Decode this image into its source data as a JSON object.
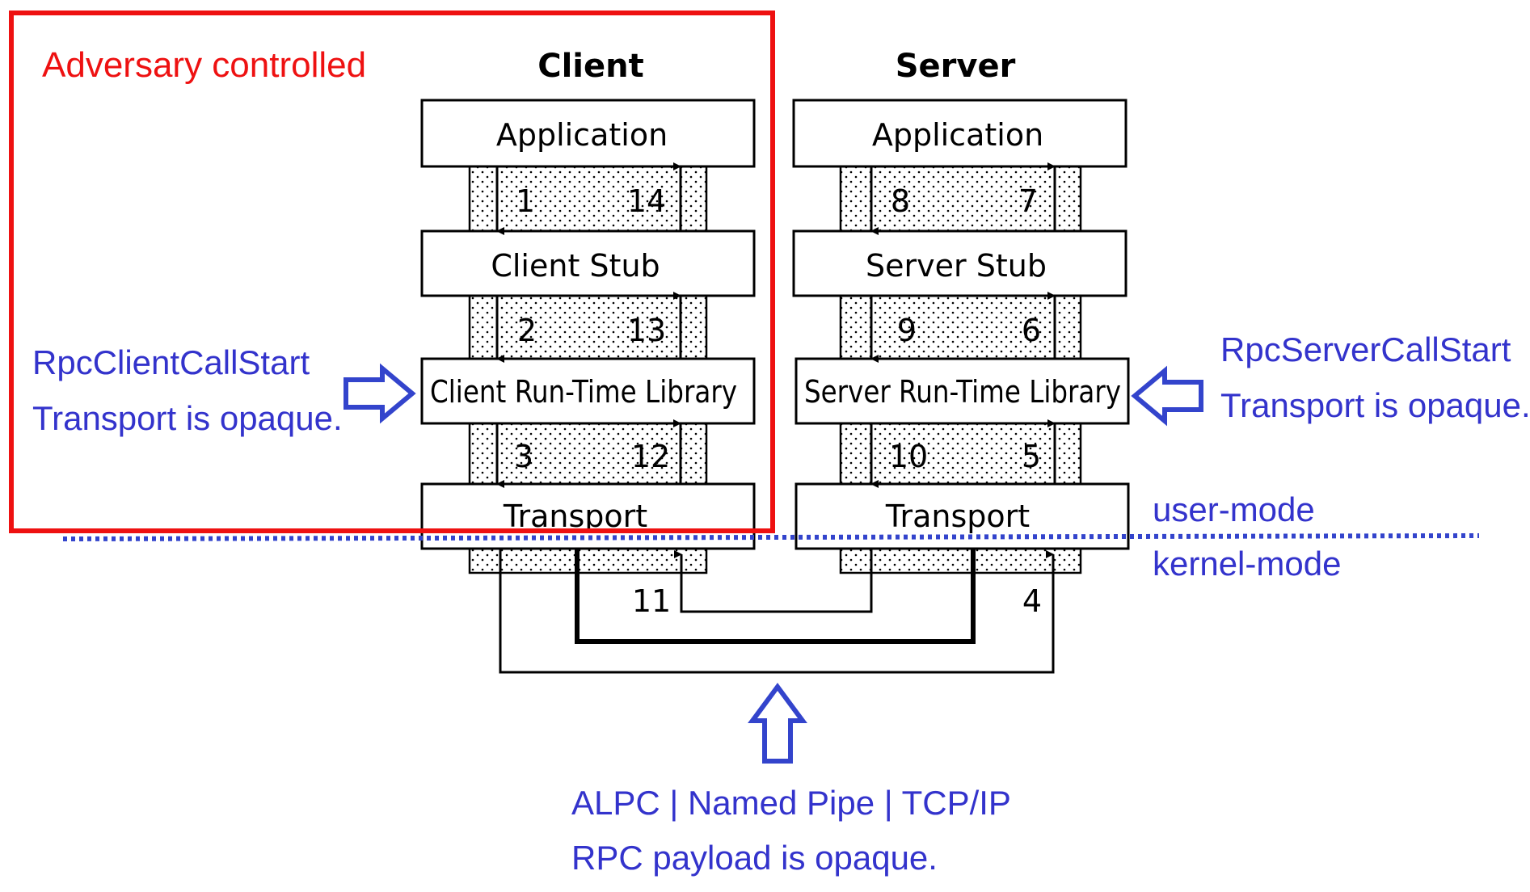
{
  "adversary_label": "Adversary controlled",
  "client_title": "Client",
  "server_title": "Server",
  "client_stack": {
    "application": "Application",
    "stub": "Client Stub",
    "runtime": "Client Run-Time Library",
    "transport": "Transport"
  },
  "server_stack": {
    "application": "Application",
    "stub": "Server Stub",
    "runtime": "Server Run-Time Library",
    "transport": "Transport"
  },
  "steps": {
    "s1": "1",
    "s2": "2",
    "s3": "3",
    "s4": "4",
    "s5": "5",
    "s6": "6",
    "s7": "7",
    "s8": "8",
    "s9": "9",
    "s10": "10",
    "s11": "11",
    "s12": "12",
    "s13": "13",
    "s14": "14"
  },
  "client_note": {
    "line1": "RpcClientCallStart",
    "line2": "Transport is opaque."
  },
  "server_note": {
    "line1": "RpcServerCallStart",
    "line2": "Transport is opaque."
  },
  "mode_labels": {
    "user": "user-mode",
    "kernel": "kernel-mode"
  },
  "transport_note": {
    "line1": "ALPC | Named Pipe | TCP/IP",
    "line2": "RPC payload is opaque."
  },
  "colors": {
    "adversary_red": "#ee1111",
    "note_blue": "#3333cc"
  }
}
